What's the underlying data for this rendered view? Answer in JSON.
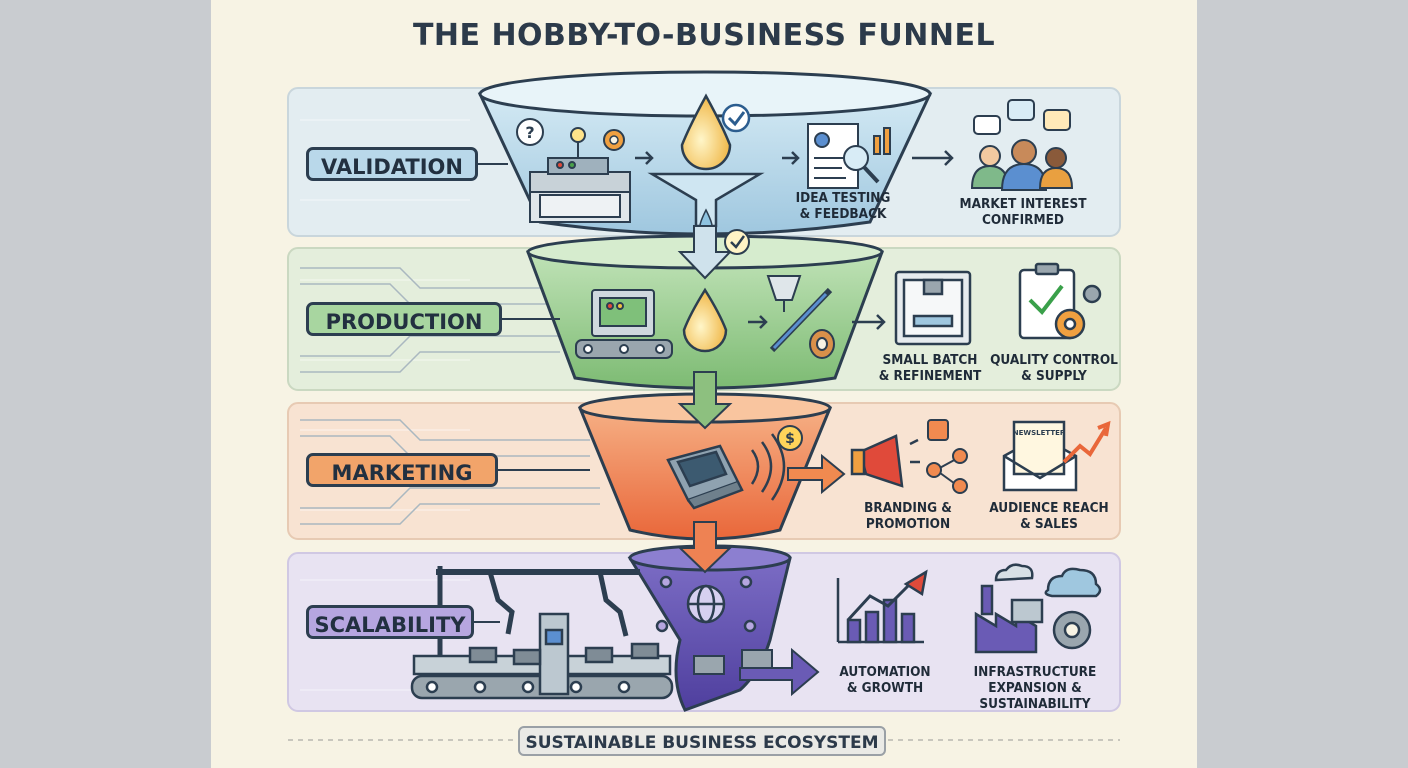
{
  "title": "THE HOBBY-TO-BUSINESS FUNNEL",
  "stages": [
    {
      "label": "VALIDATION",
      "captions": [
        "IDEA TESTING\n& FEEDBACK",
        "MARKET INTEREST\nCONFIRMED"
      ],
      "color": "#bcd9ea",
      "panel": "#e3edf1"
    },
    {
      "label": "PRODUCTION",
      "captions": [
        "SMALL BATCH\n& REFINEMENT",
        "QUALITY CONTROL\n& SUPPLY"
      ],
      "color": "#a9d5a0",
      "panel": "#e4eedc"
    },
    {
      "label": "MARKETING",
      "captions": [
        "BRANDING &\nPROMOTION",
        "AUDIENCE REACH\n& SALES"
      ],
      "color": "#f2a46a",
      "panel": "#f8e3d2"
    },
    {
      "label": "SCALABILITY",
      "captions": [
        "AUTOMATION\n& GROWTH",
        "INFRASTRUCTURE\nEXPANSION &\nSUSTAINABILITY"
      ],
      "color": "#b6a6e0",
      "panel": "#e8e3f2"
    }
  ],
  "footer": "SUSTAINABLE BUSINESS ECOSYSTEM",
  "icons": {
    "newsletter_text": "NEWSLETTER"
  },
  "colors": {
    "outline": "#2c3e50",
    "validation": "#bcd9ea",
    "production": "#a9d5a0",
    "marketing": "#f2a46a",
    "scalability": "#b6a6e0",
    "funnel_purple": "#6a5bb5",
    "arrow": "#7fae6f"
  }
}
